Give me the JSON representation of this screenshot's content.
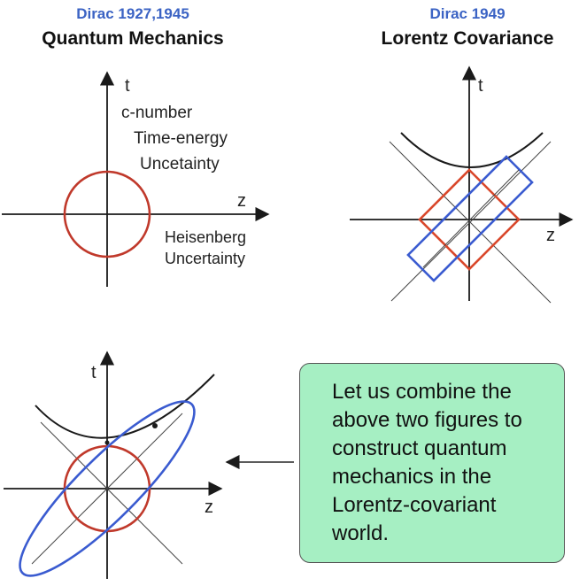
{
  "panels": {
    "qm": {
      "date": "Dirac 1927,1945",
      "title": "Quantum Mechanics",
      "t_label": "t",
      "z_label": "z",
      "note_top": [
        "c-number",
        "Time-energy",
        "Uncetainty"
      ],
      "note_bottom": [
        "Heisenberg",
        "Uncertainty"
      ]
    },
    "lorentz": {
      "date": "Dirac 1949",
      "title": "Lorentz Covariance",
      "t_label": "t",
      "z_label": "z"
    },
    "combined": {
      "t_label": "t",
      "z_label": "z"
    }
  },
  "callout": {
    "text": "Let us combine the above two figures to construct quantum mechanics in the Lorentz-covariant world."
  },
  "colors": {
    "date": "#3b63c4",
    "circle_red": "#c0392b",
    "square_red": "#d9472b",
    "blue": "#3a5bd0",
    "callout_bg": "#a6efc3"
  }
}
